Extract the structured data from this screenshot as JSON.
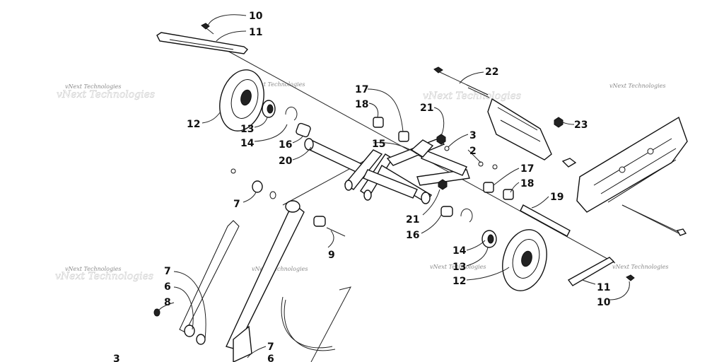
{
  "watermark": {
    "text": "vNext Technologies"
  },
  "callouts": {
    "c10a": "10",
    "c11a": "11",
    "c12a": "12",
    "c13a": "13",
    "c14a": "14",
    "c16a": "16",
    "c20": "20",
    "c17a": "17",
    "c18a": "18",
    "c21a": "21",
    "c15": "15",
    "c3": "3",
    "c2": "2",
    "c22": "22",
    "c23": "23",
    "c17b": "17",
    "c18b": "18",
    "c19": "19",
    "c7a": "7",
    "c9": "9",
    "c21b": "21",
    "c16b": "16",
    "c14b": "14",
    "c13b": "13",
    "c12b": "12",
    "c11b": "11",
    "c10b": "10",
    "c7b": "7",
    "c6a": "6",
    "c8": "8",
    "c7c": "7",
    "c6b": "6",
    "c3b": "3"
  }
}
